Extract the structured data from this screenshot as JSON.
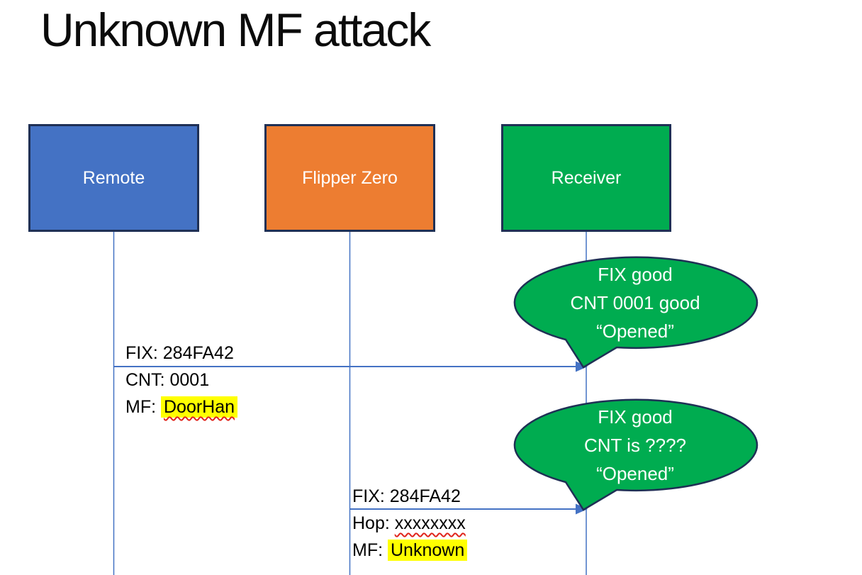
{
  "slide_title": "Unknown MF attack",
  "actors": {
    "remote": {
      "label": "Remote"
    },
    "flipper": {
      "label": "Flipper Zero"
    },
    "receiver": {
      "label": "Receiver"
    }
  },
  "messages": {
    "remote_to_receiver": {
      "above_line": "FIX: 284FA42",
      "below_line1": "CNT: 0001",
      "below_line2_label": "MF: ",
      "below_line2_value": "DoorHan"
    },
    "flipper_to_receiver": {
      "above_line": "FIX: 284FA42",
      "below_line1_label": "Hop: ",
      "below_line1_value": "xxxxxxxx",
      "below_line2_label": "MF: ",
      "below_line2_value": "Unknown"
    }
  },
  "callouts": {
    "first": {
      "line1": "FIX good",
      "line2": "CNT 0001 good",
      "line3": "“Opened”"
    },
    "second": {
      "line1": "FIX good",
      "line2": "CNT is ????",
      "line3": "“Opened”"
    }
  },
  "colors": {
    "remote_fill": "#4472C4",
    "flipper_fill": "#ED7D31",
    "receiver_fill": "#00AC50",
    "shape_border": "#1F3055",
    "line_blue": "#4472C4",
    "highlight_yellow": "#FFFF00",
    "spellcheck_red": "#E0241B",
    "text_black": "#000000",
    "text_white": "#FFFFFF"
  }
}
